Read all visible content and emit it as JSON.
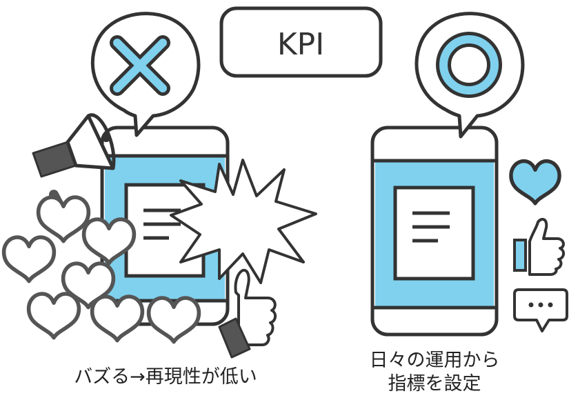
{
  "header": {
    "label": "KPI"
  },
  "left": {
    "caption": "バズる→再現性が低い"
  },
  "right": {
    "caption_line1": "日々の運用から",
    "caption_line2": "指標を設定"
  },
  "colors": {
    "accent": "#7fd1ee",
    "stroke": "#333333",
    "grey": "#555555"
  },
  "icons": [
    "cross-icon",
    "circle-icon",
    "megaphone-icon",
    "heart-icon",
    "thumbs-up-icon",
    "burst-icon",
    "comment-icon"
  ]
}
